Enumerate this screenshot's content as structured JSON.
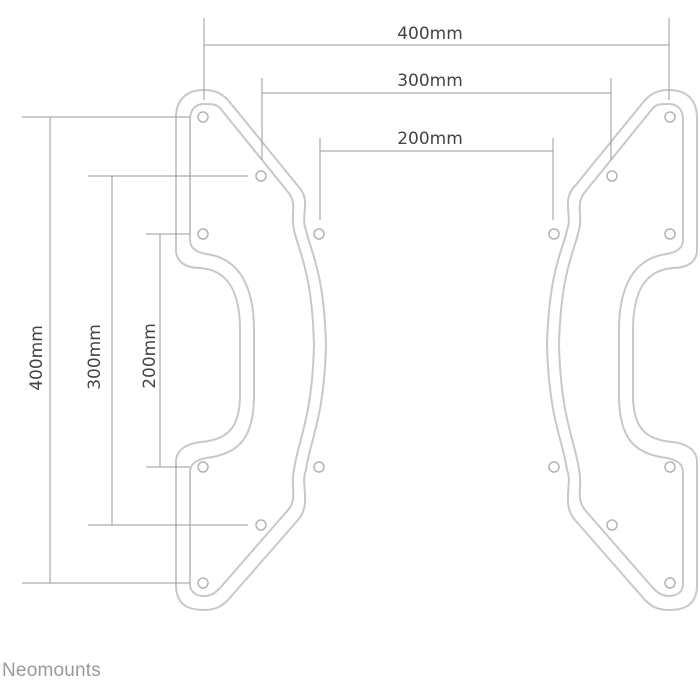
{
  "dimensions": {
    "horizontal": [
      "400mm",
      "300mm",
      "200mm"
    ],
    "vertical": [
      "400mm",
      "300mm",
      "200mm"
    ]
  },
  "brand": "Neomounts",
  "colors": {
    "outline": "#c8c8c8",
    "dimension_lines": "#9a9a9a",
    "text": "#444444",
    "brand": "#9a9a9a"
  }
}
